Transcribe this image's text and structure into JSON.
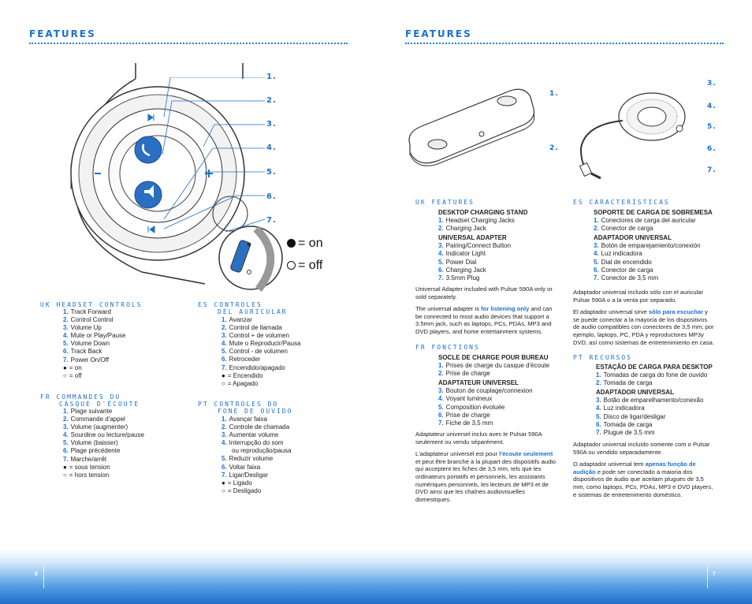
{
  "left_page": {
    "title": "FEATURES",
    "page_number": "6",
    "callouts": [
      "1.",
      "2.",
      "3.",
      "4.",
      "5.",
      "6.",
      "7."
    ],
    "legend": {
      "on": "= on",
      "off": "= off"
    },
    "uk": {
      "heading": "UK  HEADSET CONTROLS",
      "items": [
        {
          "n": "1.",
          "t": "Track Forward"
        },
        {
          "n": "2.",
          "t": "Control Control"
        },
        {
          "n": "3.",
          "t": "Volume Up"
        },
        {
          "n": "4.",
          "t": "Mute or Play/Pause"
        },
        {
          "n": "5.",
          "t": "Volume Down"
        },
        {
          "n": "6.",
          "t": "Track Back"
        },
        {
          "n": "7.",
          "t": "Power On/Off"
        },
        {
          "n": "●",
          "t": "= on"
        },
        {
          "n": "○",
          "t": "= off"
        }
      ]
    },
    "fr": {
      "heading1": "FR  COMMANDES DU",
      "heading2": "CASQUE D'ÉCOUTE",
      "items": [
        {
          "n": "1.",
          "t": "Plage suivante"
        },
        {
          "n": "2.",
          "t": "Commande d'appel"
        },
        {
          "n": "3.",
          "t": "Volume (augmenter)"
        },
        {
          "n": "4.",
          "t": "Sourdine ou lecture/pause"
        },
        {
          "n": "5.",
          "t": "Volume (baisser)"
        },
        {
          "n": "6.",
          "t": "Plage précédente"
        },
        {
          "n": "7.",
          "t": "Marche/arrêt"
        },
        {
          "n": "●",
          "t": "= sous tension"
        },
        {
          "n": "○",
          "t": "= hors tension"
        }
      ]
    },
    "es": {
      "heading1": "ES  CONTROLES",
      "heading2": "DEL AURICULAR",
      "items": [
        {
          "n": "1.",
          "t": "Avanzar"
        },
        {
          "n": "2.",
          "t": "Control de llamada"
        },
        {
          "n": "3.",
          "t": "Control + de volumen"
        },
        {
          "n": "4.",
          "t": "Mute o Reproducir/Pausa"
        },
        {
          "n": "5.",
          "t": "Control - de volumen"
        },
        {
          "n": "6.",
          "t": "Retroceder"
        },
        {
          "n": "7.",
          "t": "Encendido/apagado"
        },
        {
          "n": "●",
          "t": "= Encendido"
        },
        {
          "n": "○",
          "t": "= Apagado"
        }
      ]
    },
    "pt": {
      "heading1": "PT  CONTROLES DO",
      "heading2": "FONE DE OUVIDO",
      "items": [
        {
          "n": "1.",
          "t": "Avançar faixa"
        },
        {
          "n": "2.",
          "t": "Controle de chamada"
        },
        {
          "n": "3.",
          "t": "Aumentar volume"
        },
        {
          "n": "4.",
          "t": "Interrupção do som"
        },
        {
          "n": "",
          "t": "ou reprodução/pausa"
        },
        {
          "n": "5.",
          "t": "Reduzir volume"
        },
        {
          "n": "6.",
          "t": "Voltar faixa"
        },
        {
          "n": "7.",
          "t": "Ligar/Desligar"
        },
        {
          "n": "●",
          "t": "= Ligado"
        },
        {
          "n": "○",
          "t": "= Desligado"
        }
      ]
    }
  },
  "right_page": {
    "title": "FEATURES",
    "page_number": "7",
    "callouts": [
      "1.",
      "2.",
      "3.",
      "4.",
      "5.",
      "6.",
      "7."
    ],
    "uk": {
      "heading": "UK  FEATURES",
      "stand_title": "DESKTOP CHARGING STAND",
      "stand_items": [
        {
          "n": "1.",
          "t": "Headset Charging Jacks"
        },
        {
          "n": "2.",
          "t": "Charging Jack"
        }
      ],
      "adapter_title": "UNIVERSAL ADAPTER",
      "adapter_items": [
        {
          "n": "3.",
          "t": "Pairing/Connect Button"
        },
        {
          "n": "4.",
          "t": "Indicator Light"
        },
        {
          "n": "5.",
          "t": "Power Dial"
        },
        {
          "n": "6.",
          "t": "Charging Jack"
        },
        {
          "n": "7.",
          "t": "3.5mm Plug"
        }
      ],
      "p1": "Universal Adapter included with Pulsar 590A only or sold separately.",
      "p2a": "The universal adapter is ",
      "p2em": "for listening only",
      "p2b": " and can be connected to most audio devices that support a 3.5mm jack, such as laptops, PCs, PDAs, MP3 and DVD players, and home entertainment systems."
    },
    "fr": {
      "heading": "FR  FONCTIONS",
      "stand_title": "SOCLE DE CHARGE POUR BUREAU",
      "stand_items": [
        {
          "n": "1.",
          "t": "Prises de charge du casque d'écoute"
        },
        {
          "n": "2.",
          "t": "Prise de charge"
        }
      ],
      "adapter_title": "ADAPTATEUR UNIVERSEL",
      "adapter_items": [
        {
          "n": "3.",
          "t": "Bouton de couplage/connexion"
        },
        {
          "n": "4.",
          "t": "Voyant lumineux"
        },
        {
          "n": "5.",
          "t": "Composition évoluée"
        },
        {
          "n": "6.",
          "t": "Prise de charge"
        },
        {
          "n": "7.",
          "t": "Fiche de 3,5 mm"
        }
      ],
      "p1": "Adaptateur universel inclus avec le Pulsar 590A seulement ou vendu séparément.",
      "p2a": "L'adaptateur universel est pour ",
      "p2em": "l'écoute seulement",
      "p2b": " et peut être branché à la plupart des dispositifs audio qui acceptent les fiches de 3,5 mm, tels que les ordinateurs portatifs et personnels, les assistants numériques personnels, les lecteurs de MP3 et de DVD ainsi que les chaînes audiovisuelles domestiques."
    },
    "es": {
      "heading": "ES  CARACTERÍSTICAS",
      "stand_title": "SOPORTE DE CARGA DE SOBREMESA",
      "stand_items": [
        {
          "n": "1.",
          "t": "Conectores de carga del auricular"
        },
        {
          "n": "2.",
          "t": "Conector de carga"
        }
      ],
      "adapter_title": "ADAPTADOR UNIVERSAL",
      "adapter_items": [
        {
          "n": "3.",
          "t": "Botón de emparejamiento/conexión"
        },
        {
          "n": "4.",
          "t": "Luz indicadora"
        },
        {
          "n": "5.",
          "t": "Dial de encendido"
        },
        {
          "n": "6.",
          "t": "Conector de carga"
        },
        {
          "n": "7.",
          "t": "Conector de 3,5 mm"
        }
      ],
      "p1": "Adaptador universal incluido sólo con el auricular Pulsar 590A o a la venta por separado.",
      "p2a": "El adaptador universal sirve ",
      "p2em": "sólo para escuchar",
      "p2b": " y se puede conectar a la mayoría de los dispositivos de audio compatibles con conectores de 3,5 mm; por ejemplo, laptops, PC, PDA y reproductores MP3y DVD, así como sistemas de entretenimiento en casa."
    },
    "pt": {
      "heading": "PT  RECURSOS",
      "stand_title": "ESTAÇÃO DE CARGA PARA DESKTOP",
      "stand_items": [
        {
          "n": "1.",
          "t": "Tomadas de carga do fone de ouvido"
        },
        {
          "n": "2.",
          "t": "Tomada de carga"
        }
      ],
      "adapter_title": "ADAPTADOR UNIVERSAL",
      "adapter_items": [
        {
          "n": "3.",
          "t": "Botão de emparelhamento/conexão"
        },
        {
          "n": "4.",
          "t": "Luz indicadora"
        },
        {
          "n": "5.",
          "t": "Disco de ligar/desligar"
        },
        {
          "n": "6.",
          "t": "Tomada de carga"
        },
        {
          "n": "7.",
          "t": "Plugue de 3,5 mm"
        }
      ],
      "p1": "Adaptador universal incluído somente com o Pulsar 590A ou vendido separadamente.",
      "p2a": "O adaptador universal tem ",
      "p2em": "apenas função de audição",
      "p2b": " e pode ser conectado a maioria dos dispositivos de áudio que aceitam plugues de 3,5 mm, como laptops, PCs, PDAs, MP3 e DVD players, e sistemas de entretenimento doméstico."
    }
  },
  "colors": {
    "accent": "#1a6fd0",
    "footer_dark": "#1f6fcb"
  }
}
